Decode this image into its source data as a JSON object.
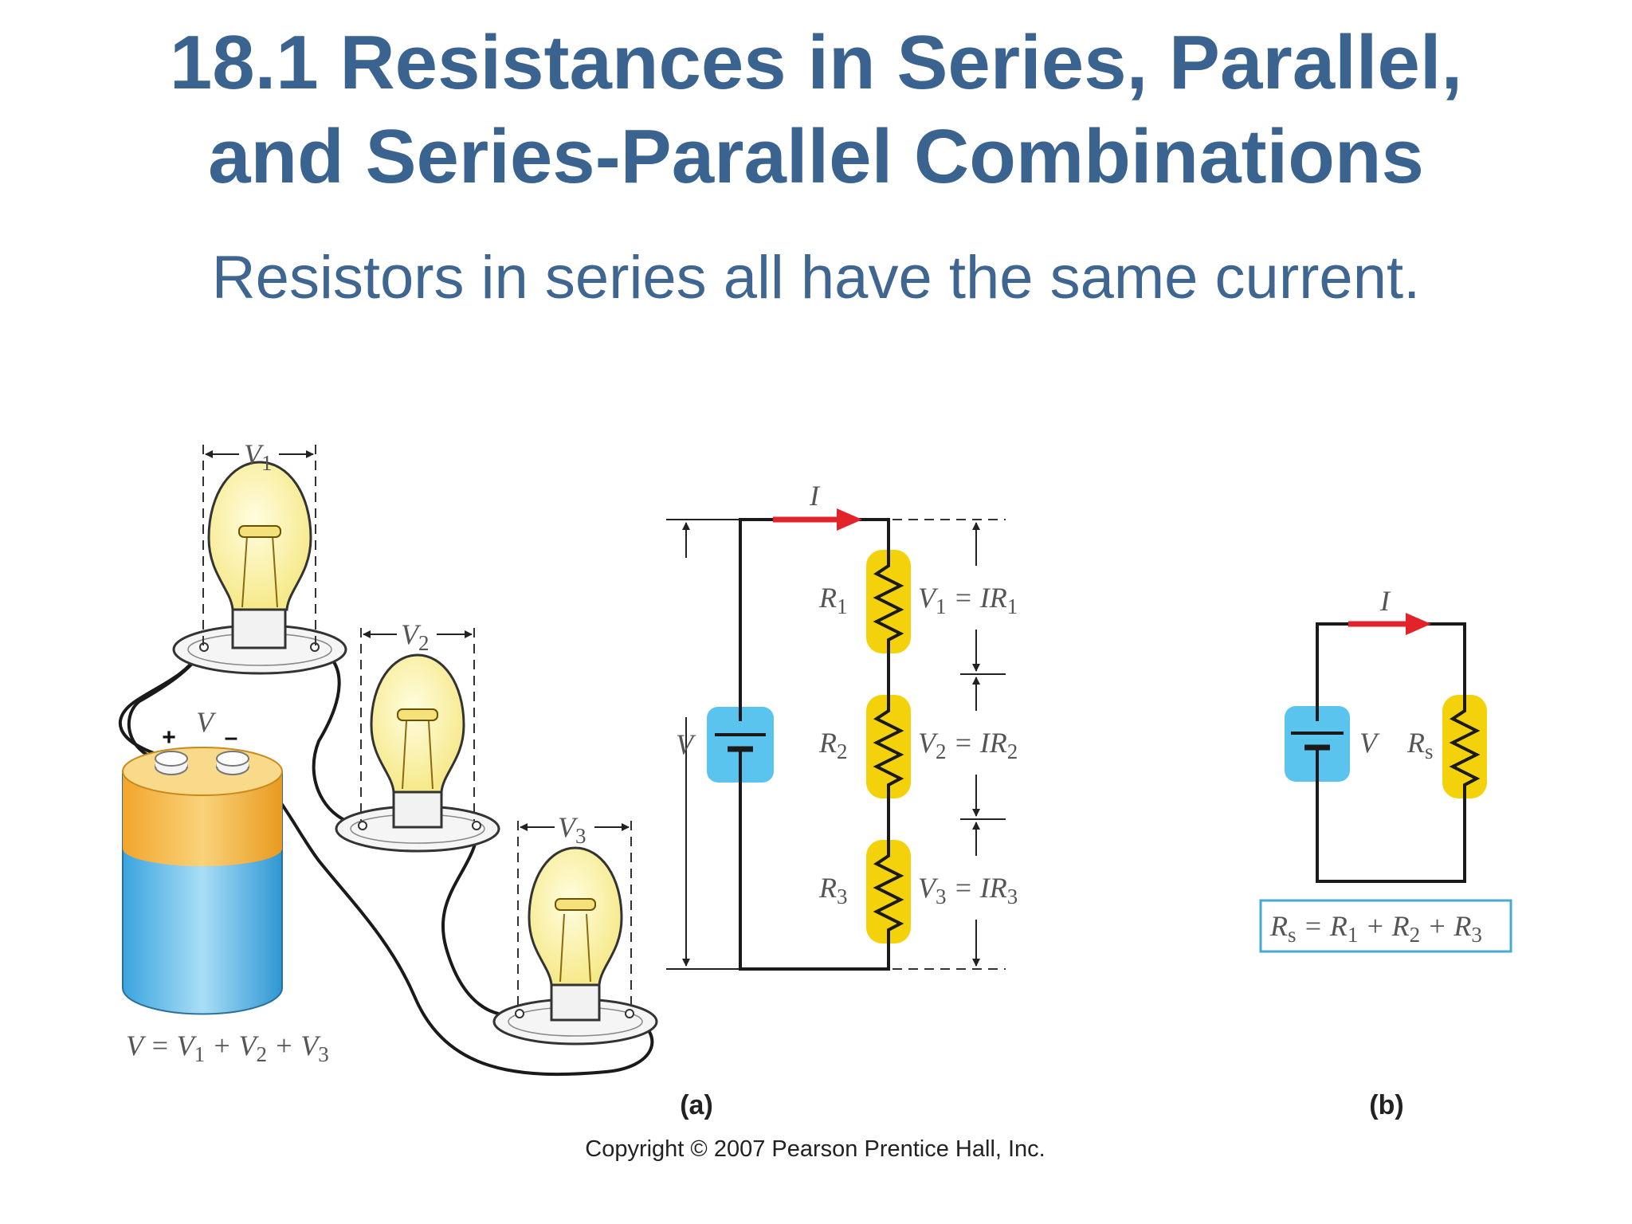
{
  "title_line1": "18.1 Resistances in Series, Parallel,",
  "title_line2": "and Series-Parallel Combinations",
  "subtitle": "Resistors in series all have the same current.",
  "figure": {
    "bulb_labels": [
      {
        "v": "V",
        "sub": "1"
      },
      {
        "v": "V",
        "sub": "2"
      },
      {
        "v": "V",
        "sub": "3"
      }
    ],
    "battery_label": "V",
    "battery_plus": "+",
    "battery_minus": "–",
    "battery_eq": {
      "V": "V",
      "eq": " = ",
      "V1": "V",
      "s1": "1",
      "plus1": " + ",
      "V2": "V",
      "s2": "2",
      "plus2": " + ",
      "V3": "V",
      "s3": "3"
    },
    "circuit_a": {
      "current": "I",
      "source": "V",
      "resistors": [
        {
          "r": "R",
          "sub": "1",
          "eq_v": "V",
          "eq_vsub": "1",
          "eq_mid": " = IR",
          "eq_rsub": "1"
        },
        {
          "r": "R",
          "sub": "2",
          "eq_v": "V",
          "eq_vsub": "2",
          "eq_mid": " = IR",
          "eq_rsub": "2"
        },
        {
          "r": "R",
          "sub": "3",
          "eq_v": "V",
          "eq_vsub": "3",
          "eq_mid": " = IR",
          "eq_rsub": "3"
        }
      ]
    },
    "circuit_b": {
      "current": "I",
      "source": "V",
      "resistor": "R",
      "resistor_sub": "s",
      "equation": {
        "Rs": "R",
        "s": "s",
        "eq": " = ",
        "R1": "R",
        "s1": "1",
        "p1": " + ",
        "R2": "R",
        "s2": "2",
        "p2": " + ",
        "R3": "R",
        "s3": "3"
      }
    },
    "caption_a": "(a)",
    "caption_b": "(b)",
    "copyright": "Copyright © 2007 Pearson Prentice Hall, Inc."
  },
  "colors": {
    "title": "#3a638f",
    "resistor": "#f3d20c",
    "source": "#5bc4ee",
    "current_arrow": "#e3232a",
    "battery_top": "#f3b53a",
    "battery_body": "#5ab8e8",
    "bulb_glass": "#fdf4a8"
  }
}
